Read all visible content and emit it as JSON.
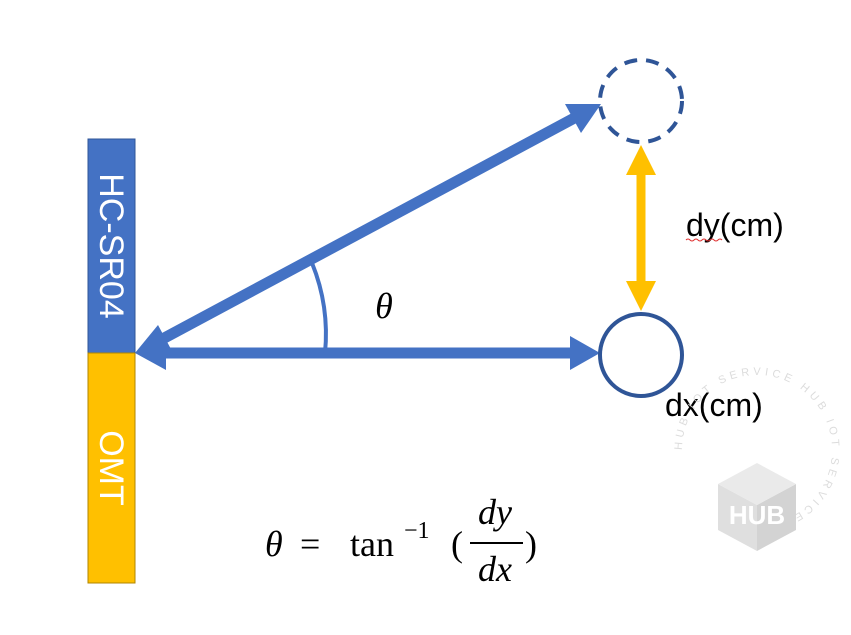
{
  "sensor": {
    "top_label": "HC-SR04",
    "bottom_label": "OMT"
  },
  "labels": {
    "theta": "θ",
    "dy": "dy(cm)",
    "dx": "dx(cm)"
  },
  "formula": {
    "lhs": "θ",
    "equals": "=",
    "func": "tan",
    "exponent": "−1",
    "open_paren": "(",
    "numerator": "dy",
    "denominator": "dx",
    "close_paren": ")"
  },
  "watermark": {
    "logo_text": "HUB",
    "ring_text": "HUB IOT SERVICE HUB IOT SERVICE"
  },
  "colors": {
    "blue": "#4472c4",
    "orange": "#ffc000",
    "dark_blue": "#2f5597"
  }
}
